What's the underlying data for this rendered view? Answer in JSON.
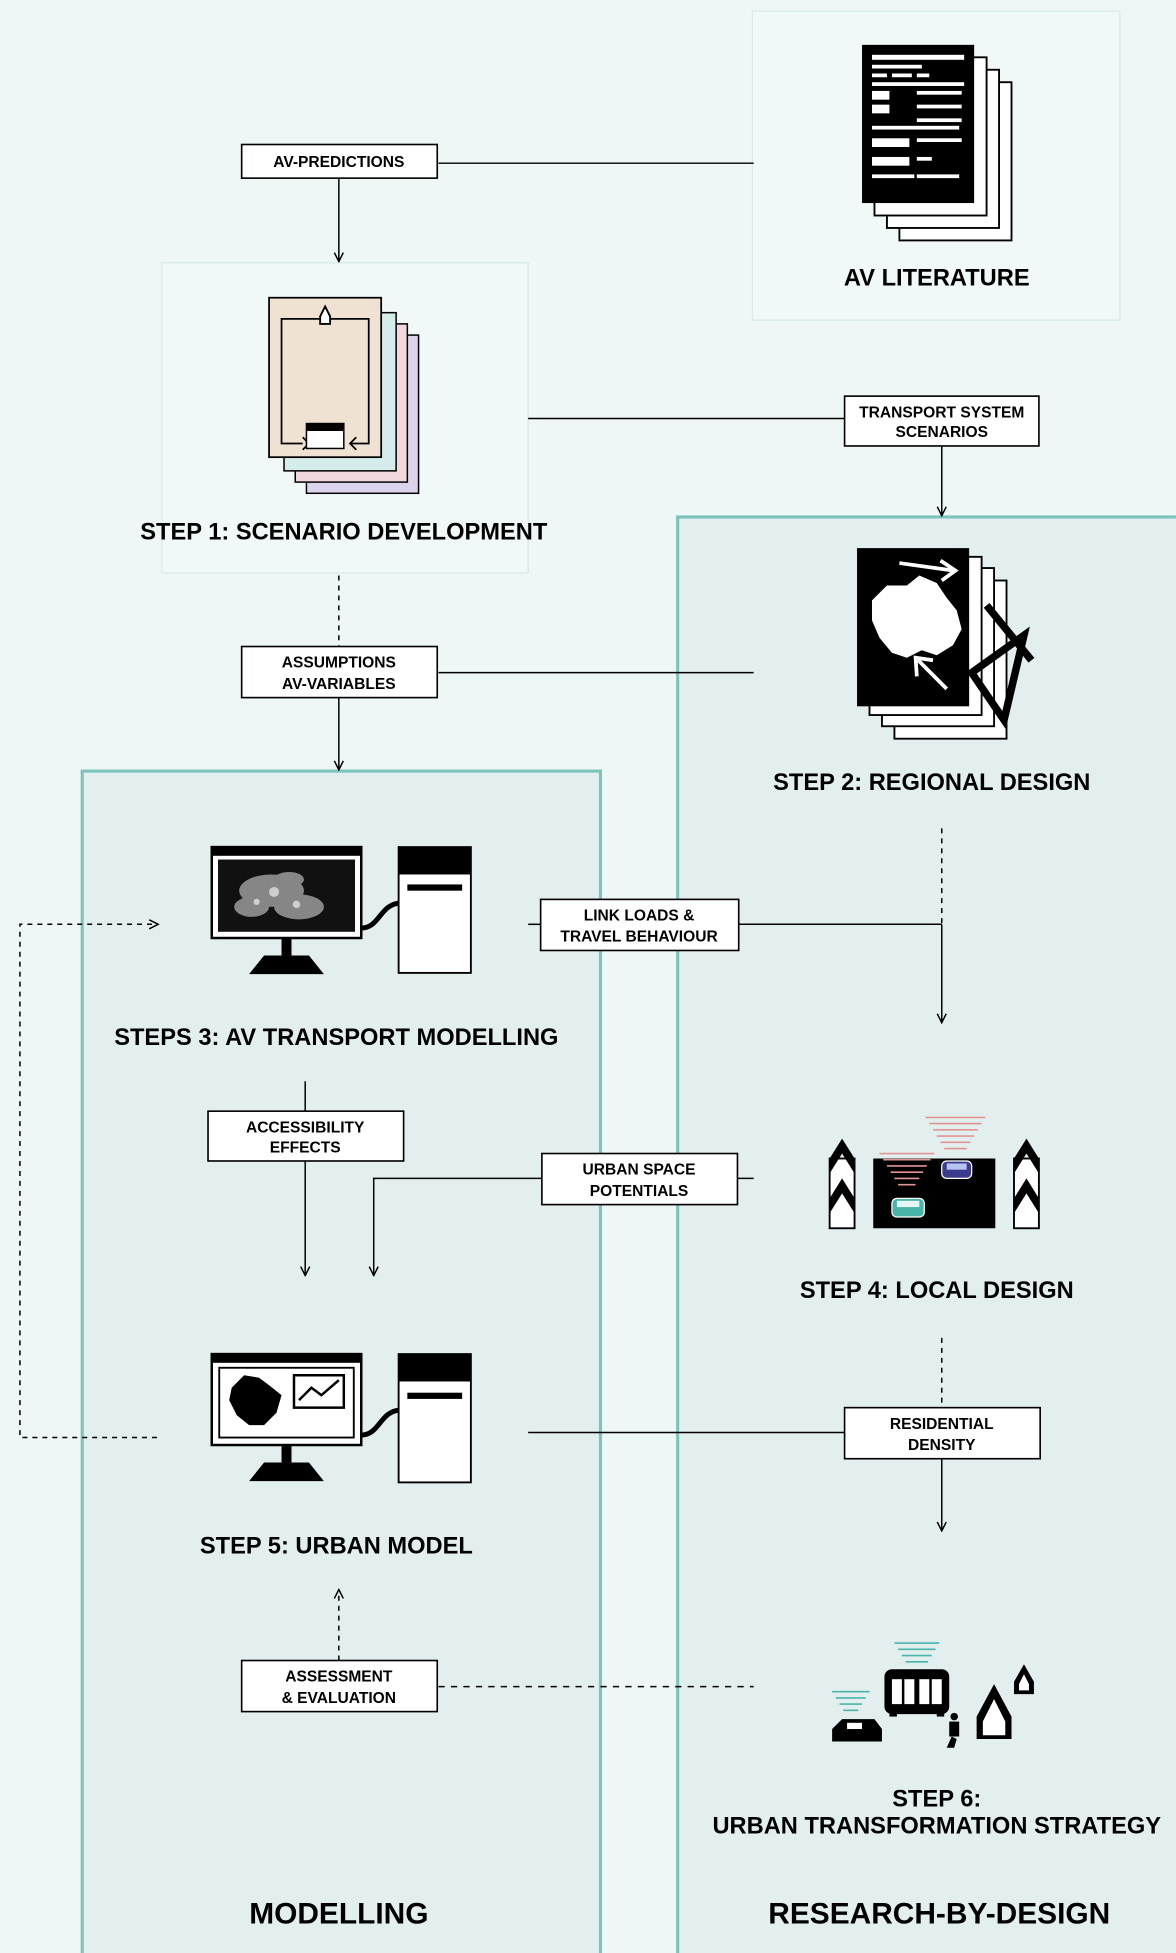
{
  "sources": {
    "av_literature": "AV LITERATURE"
  },
  "steps": {
    "step1": "STEP 1: SCENARIO DEVELOPMENT",
    "step2": "STEP 2: REGIONAL DESIGN",
    "step3": "STEPS 3: AV TRANSPORT MODELLING",
    "step4": "STEP 4: LOCAL DESIGN",
    "step5": "STEP 5: URBAN MODEL",
    "step6_line1": "STEP 6:",
    "step6_line2": "URBAN TRANSFORMATION STRATEGY"
  },
  "connectors": {
    "av_predictions": "AV-PREDICTIONS",
    "transport_scenarios": [
      "TRANSPORT SYSTEM",
      "SCENARIOS"
    ],
    "assumptions": [
      "ASSUMPTIONS",
      "AV-VARIABLES"
    ],
    "link_loads": [
      "LINK LOADS &",
      "TRAVEL BEHAVIOUR"
    ],
    "accessibility": [
      "ACCESSIBILITY",
      "EFFECTS"
    ],
    "urban_space": [
      "URBAN SPACE",
      "POTENTIALS"
    ],
    "residential": [
      "RESIDENTIAL",
      "DENSITY"
    ],
    "assessment": [
      "ASSESSMENT",
      "& EVALUATION"
    ]
  },
  "panels": {
    "modelling": "MODELLING",
    "research": "RESEARCH-BY-DESIGN"
  },
  "colors": {
    "background": "#eef6f6",
    "panel_fill": "#e3efef",
    "panel_border": "#7cc4bb",
    "card_beige": "#f0e2d3",
    "card_teal": "#d4ecea",
    "card_pink": "#f2d8dc",
    "card_lavender": "#dcd4ec"
  }
}
